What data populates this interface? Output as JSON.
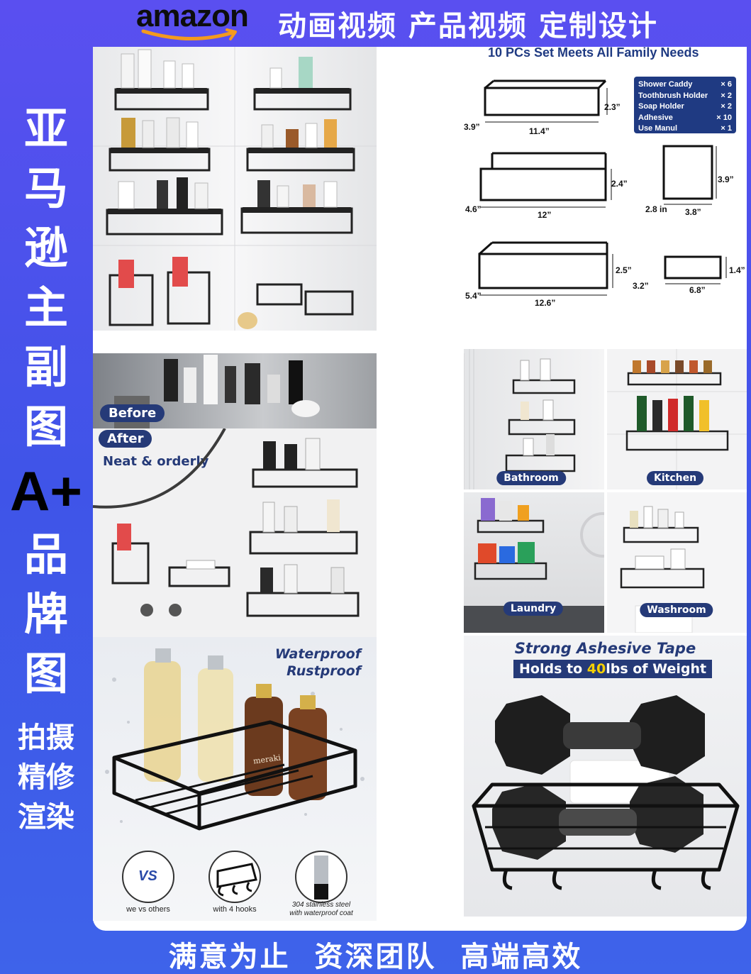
{
  "header": {
    "brand": "amazon",
    "headline": "动画视频 产品视频 定制设计"
  },
  "sidebar": {
    "chars": [
      "亚",
      "马",
      "逊",
      "主",
      "副",
      "图"
    ],
    "aplus": "A+",
    "chars2": [
      "品",
      "牌",
      "图"
    ],
    "services": [
      "拍摄",
      "精修",
      "渲染"
    ]
  },
  "footer": {
    "slogan": "满意为止  资深团队  高端高效"
  },
  "set_info": {
    "title": "10 PCs Set  Meets All  Family Needs",
    "kit": [
      {
        "name": "Shower Caddy",
        "qty": "× 6"
      },
      {
        "name": "Toothbrush Holder",
        "qty": "× 2"
      },
      {
        "name": "Soap Holder",
        "qty": "× 2"
      },
      {
        "name": "Adhesive",
        "qty": "× 10"
      },
      {
        "name": "Use Manul",
        "qty": "× 1"
      }
    ],
    "dims": {
      "a_w": "11.4”",
      "a_d": "3.9”",
      "a_h": "2.3”",
      "b_w": "12”",
      "b_d": "4.6”",
      "b_h": "2.4”",
      "c_w": "12.6”",
      "c_d": "5.4”",
      "c_h": "2.5”",
      "t_w": "3.8”",
      "t_d": "2.8 in",
      "t_h": "3.9”",
      "s_w": "6.8”",
      "s_d": "3.2”",
      "s_h": "1.4”"
    }
  },
  "before_after": {
    "before": "Before",
    "after": "After",
    "caption": "Neat & orderly"
  },
  "scenes": {
    "bathroom": "Bathroom",
    "kitchen": "Kitchen",
    "laundry": "Laundry",
    "washroom": "Washroom"
  },
  "waterproof": {
    "line1": "Waterproof",
    "line2": "Rustproof",
    "icon1": "we  vs others",
    "icon2": "with 4 hooks",
    "icon3_a": "304 stainless steel",
    "icon3_b": "with waterproof  coat",
    "vs": "VS",
    "bottle_brand": "meraki"
  },
  "strength": {
    "line1": "Strong Ashesive Tape",
    "line2_a": "Holds to ",
    "line2_num": "40",
    "line2_b": "lbs of Weight"
  },
  "colors": {
    "bg_top": "#5a4ff0",
    "bg_bottom": "#3e63ea",
    "pill": "#253a78",
    "kit_box": "#1f3a82",
    "highlight": "#f5d000"
  }
}
